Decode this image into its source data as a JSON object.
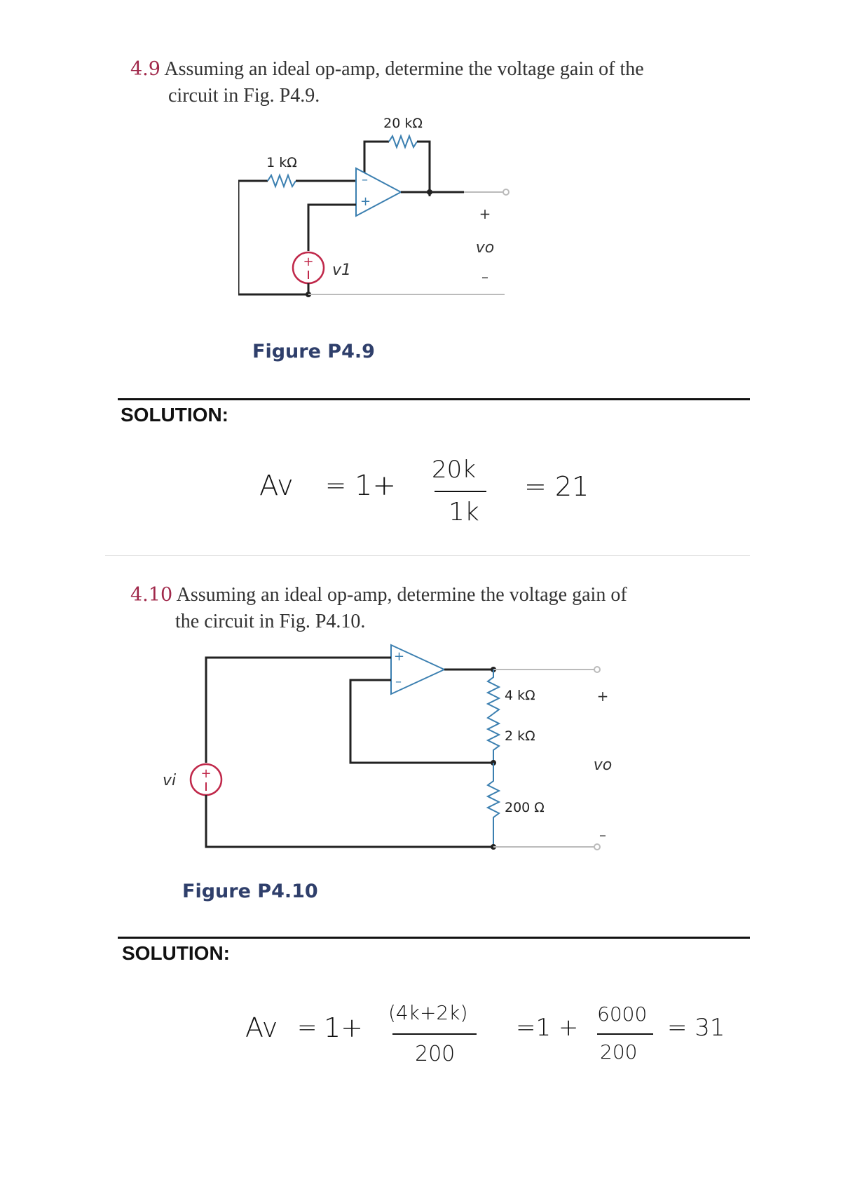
{
  "problem1": {
    "number": "4.9",
    "text_line1": "Assuming an ideal op-amp, determine the voltage gain of the",
    "text_line2": "circuit in Fig. P4.9.",
    "figure_label": "Figure P4.9",
    "r_feedback": "20 kΩ",
    "r_input": "1 kΩ",
    "source_label": "v1",
    "out_plus": "+",
    "out_label": "vo",
    "out_minus": "–",
    "opamp_minus": "–",
    "opamp_plus": "+"
  },
  "solution1": {
    "heading": "SOLUTION:",
    "lhs": "Av",
    "eq": "=",
    "one_plus": "1+",
    "num": "20k",
    "den": "1k",
    "result": "= 21"
  },
  "problem2": {
    "number": "4.10",
    "text_line1": "Assuming an ideal op-amp, determine the voltage gain of",
    "text_line2": "the circuit in Fig. P4.10.",
    "figure_label": "Figure P4.10",
    "r1": "4 kΩ",
    "r2": "2 kΩ",
    "r3": "200 Ω",
    "source_label": "vi",
    "out_plus": "+",
    "out_label": "vo",
    "out_minus": "–",
    "opamp_minus": "–",
    "opamp_plus": "+"
  },
  "solution2": {
    "heading": "SOLUTION:",
    "lhs": "Av",
    "eq": "=",
    "one_plus": "1+",
    "num1": "(4k+2k)",
    "den1": "200",
    "mid": "=1 +",
    "num2": "6000",
    "den2": "200",
    "result": "= 31"
  },
  "colors": {
    "problem_number": "#a0284a",
    "figure_label": "#2f3f6b",
    "opamp": "#3b7fb0",
    "source": "#c0284a",
    "wire": "#222222"
  }
}
